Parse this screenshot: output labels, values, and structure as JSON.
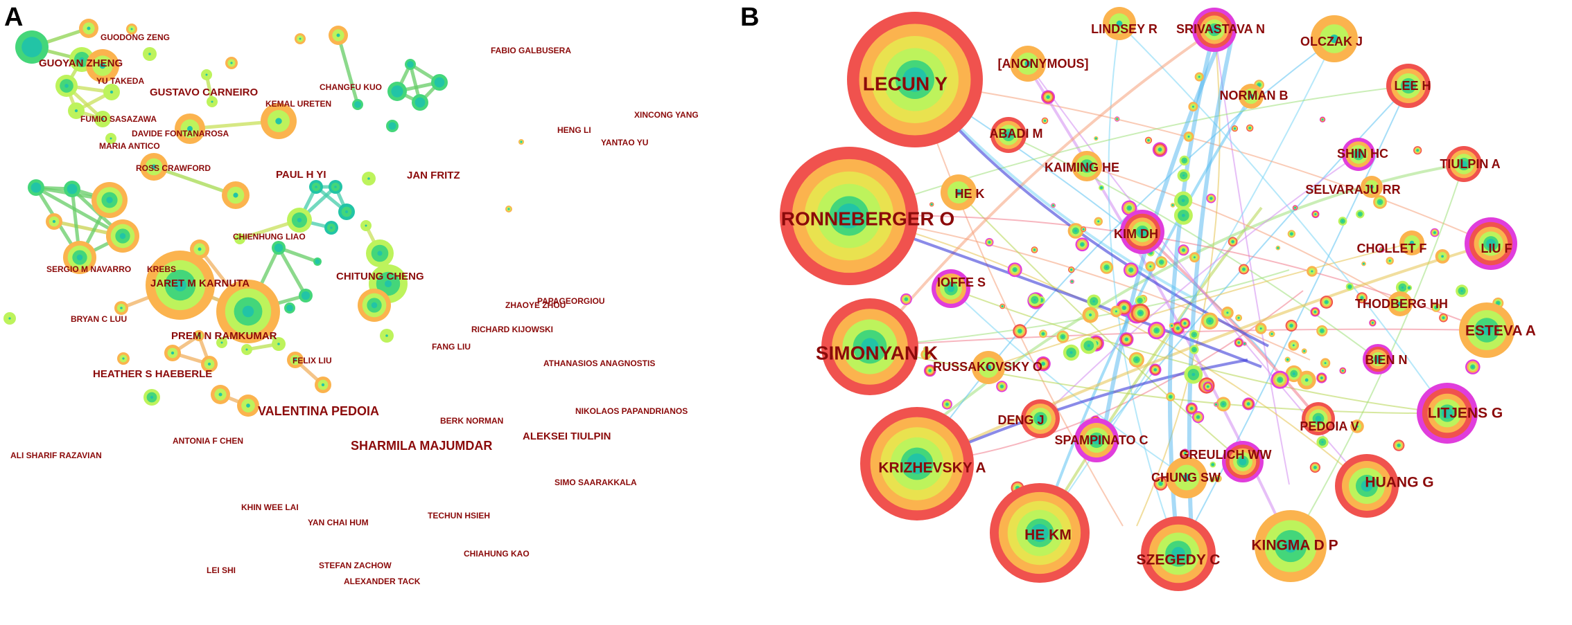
{
  "panels": [
    {
      "letter": "A",
      "labels": [
        "GUODONG ZENG",
        "GUOYAN ZHENG",
        "YU TAKEDA",
        "GUSTAVO CARNEIRO",
        "FUMIO SASAZAWA",
        "DAVIDE FONTANAROSA",
        "MARIA ANTICO",
        "ROSS CRAWFORD",
        "CHANGFU KUO",
        "KEMAL URETEN",
        "FABIO GALBUSERA",
        "HENG LI",
        "XINCONG YANG",
        "YANTAO YU",
        "PAUL H YI",
        "JAN FRITZ",
        "CHIENHUNG LIAO",
        "CHITUNG CHENG",
        "SERGIO M NAVARRO",
        "KREBS",
        "JARET M KARNUTA",
        "BRYAN C LUU",
        "PREM N RAMKUMAR",
        "HEATHER S HAEBERLE",
        "FANG LIU",
        "ZHAOYE ZHOU",
        "RICHARD KIJOWSKI",
        "PAPAGEORGIOU",
        "ATHANASIOS ANAGNOSTIS",
        "FELIX LIU",
        "VALENTINA PEDOIA",
        "NIKOLAOS PAPANDRIANOS",
        "BERK NORMAN",
        "ANTONIA F CHEN",
        "SHARMILA MAJUMDAR",
        "ALEKSEI TIULPIN",
        "ALI SHARIF RAZAVIAN",
        "SIMO SAARAKKALA",
        "KHIN WEE LAI",
        "YAN CHAI HUM",
        "TECHUN HSIEH",
        "CHIAHUNG KAO",
        "STEFAN ZACHOW",
        "LEI SHI",
        "ALEXANDER TACK"
      ]
    },
    {
      "letter": "B",
      "labels": [
        "LECUN Y",
        "LINDSEY R",
        "SRIVASTAVA N",
        "OLCZAK J",
        "[ANONYMOUS]",
        "LEE H",
        "NORMAN B",
        "ABADI M",
        "SHIN HC",
        "KAIMING HE",
        "TIULPIN A",
        "HE K",
        "SELVARAJU RR",
        "RONNEBERGER O",
        "KIM DH",
        "CHOLLET F",
        "LIU F",
        "IOFFE S",
        "THODBERG HH",
        "ESTEVA A",
        "SIMONYAN K",
        "RUSSAKOVSKY O",
        "BIEN N",
        "LITJENS G",
        "DENG J",
        "PEDOIA V",
        "SPAMPINATO C",
        "KRIZHEVSKY A",
        "GREULICH WW",
        "CHUNG SW",
        "HUANG G",
        "HE KM",
        "KINGMA D P",
        "SZEGEDY C"
      ]
    }
  ],
  "colors": {
    "label": "#8b0a0a",
    "ring_outer_red": "#f0524e",
    "ring_orange": "#fbb34e",
    "ring_yellow": "#e9e24f",
    "ring_lime": "#bdf35c",
    "ring_green": "#44d67a",
    "ring_teal": "#22c4a6",
    "ring_magenta": "#e03ddc",
    "link_blue": "#4fb6f0",
    "link_violet": "#3c3cd8"
  }
}
